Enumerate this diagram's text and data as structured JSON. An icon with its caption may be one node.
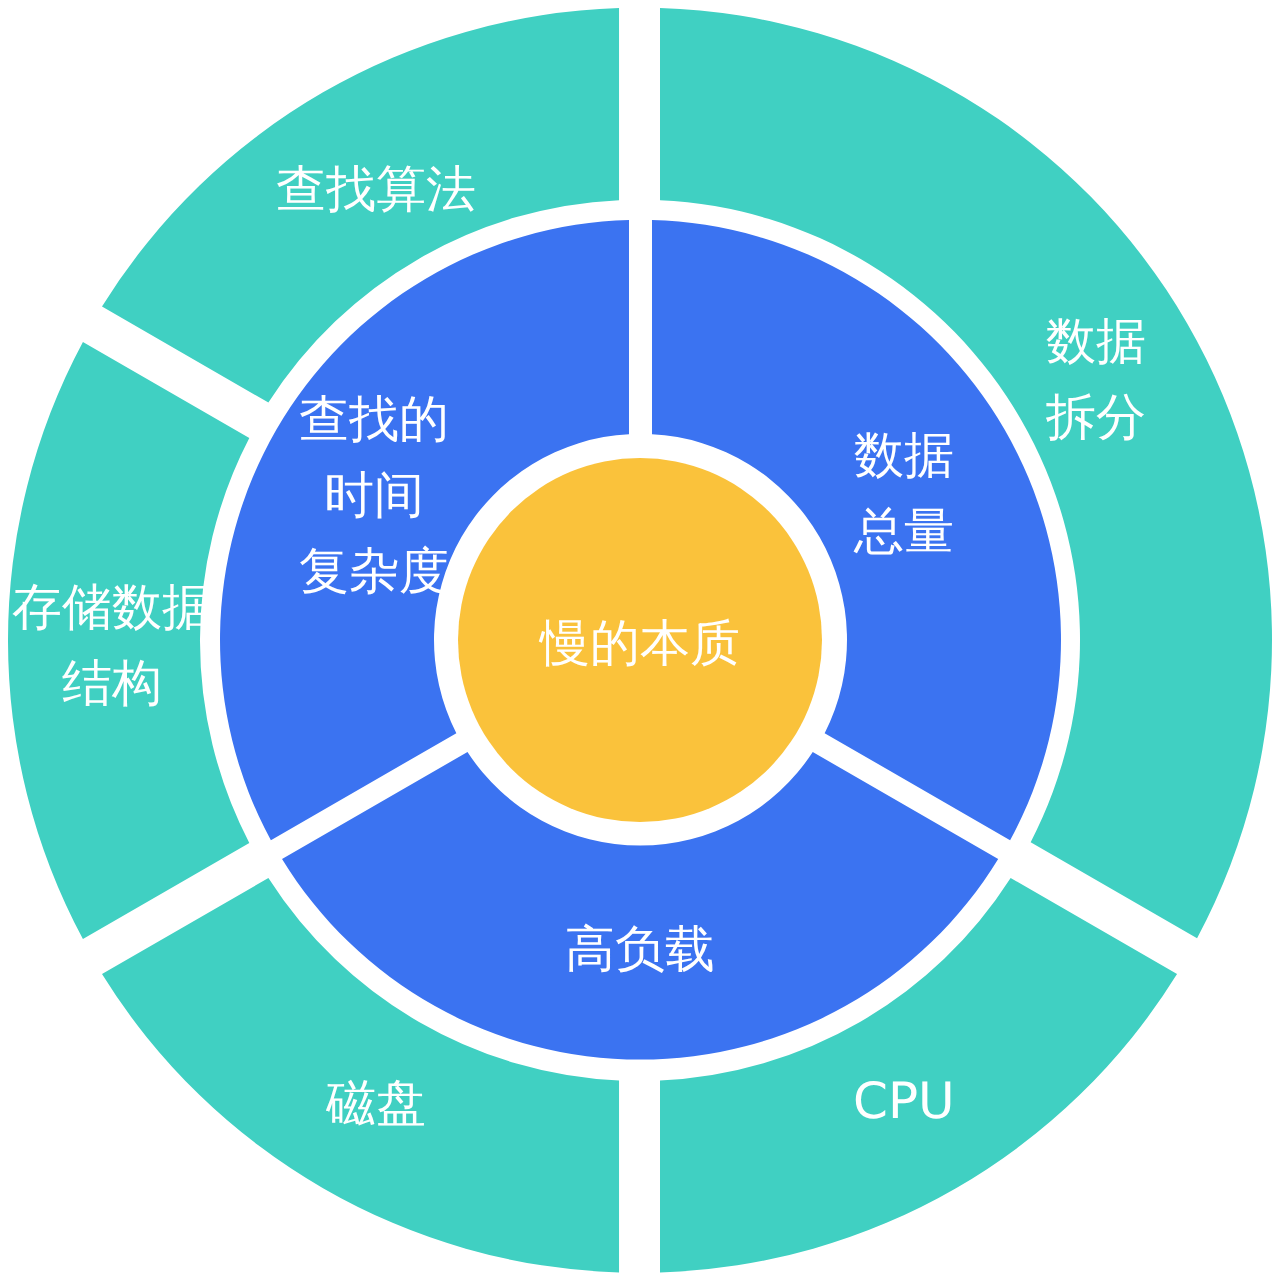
{
  "diagram": {
    "nodes": [
      {
        "text": [
          "慢的本质"
        ]
      },
      {
        "text": [
          "查找的时间复杂度"
        ]
      },
      {
        "text": [
          "数据总量"
        ]
      },
      {
        "text": [
          "高负载"
        ]
      },
      {
        "text": [
          "查找算法"
        ]
      },
      {
        "text": [
          "存储数据结构"
        ]
      },
      {
        "text": [
          "数据拆分"
        ]
      },
      {
        "text": [
          "磁盘"
        ]
      },
      {
        "text": [
          "CPU"
        ]
      }
    ]
  }
}
